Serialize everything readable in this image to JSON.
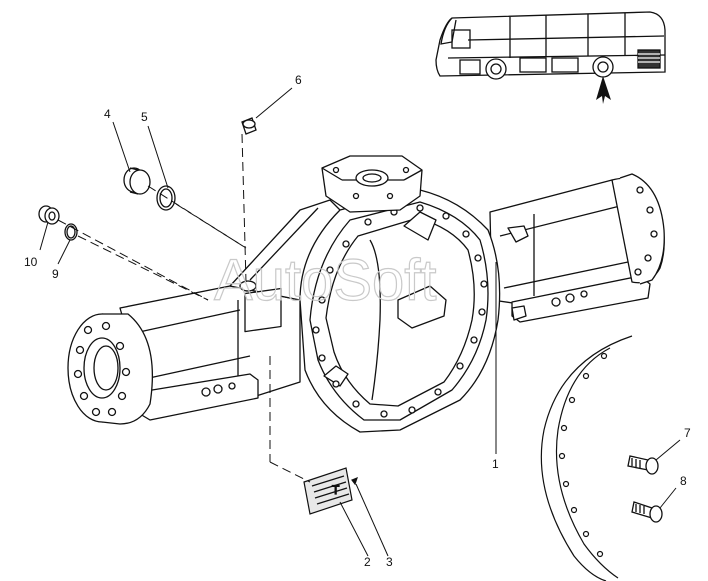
{
  "watermark": "AutoSoft",
  "labels": {
    "l1": "1",
    "l2": "2",
    "l3": "3",
    "l4": "4",
    "l5": "5",
    "l6": "6",
    "l7": "7",
    "l8": "8",
    "l9": "9",
    "l10": "10"
  },
  "plate_text": "T"
}
